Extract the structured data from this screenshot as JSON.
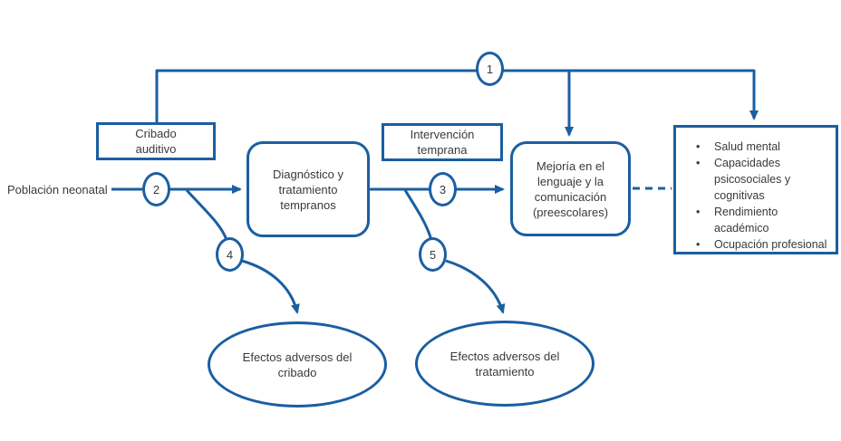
{
  "diagram": {
    "colors": {
      "line": "#1b5ea1",
      "text": "#3a3a3a",
      "node-bg": "#ffffff"
    },
    "population_label": "Población neonatal",
    "key_questions": [
      "1",
      "2",
      "3",
      "4",
      "5"
    ],
    "nodes": {
      "cribado": "Cribado auditivo",
      "diagnostico": "Diagnóstico y tratamiento tempranos",
      "intervencion": "Intervención temprana",
      "mejoria": "Mejoría en el lenguaje y la comunicación (preescolares)",
      "efectos_cribado": "Efectos adversos del cribado",
      "efectos_tratamiento": "Efectos adversos del tratamiento"
    },
    "outcomes": {
      "items": [
        "Salud mental",
        "Capacidades psicosociales y cognitivas",
        "Rendimiento académico",
        "Ocupación profesional"
      ]
    }
  }
}
